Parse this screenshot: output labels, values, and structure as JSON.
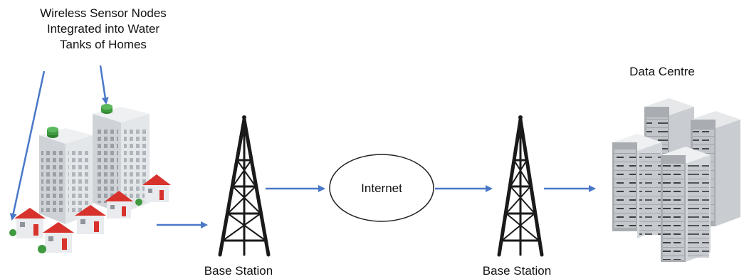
{
  "caption": {
    "line1": "Wireless Sensor Nodes",
    "line2": "Integrated into Water",
    "line3": "Tanks of Homes"
  },
  "data_centre_label": "Data Centre",
  "internet_label": "Internet",
  "base_station_left_label": "Base Station",
  "base_station_right_label": "Base Station",
  "colors": {
    "arrow": "#4a78c8",
    "roof": "#d8322c",
    "water_tank": "#3f9a3f",
    "building": "#d9dce0",
    "tower": "#1a1a1a",
    "server": "#b9bcc0"
  },
  "icons": [
    "apartment-buildings-icon",
    "houses-icon",
    "tower-icon",
    "internet-cloud-icon",
    "server-racks-icon"
  ]
}
